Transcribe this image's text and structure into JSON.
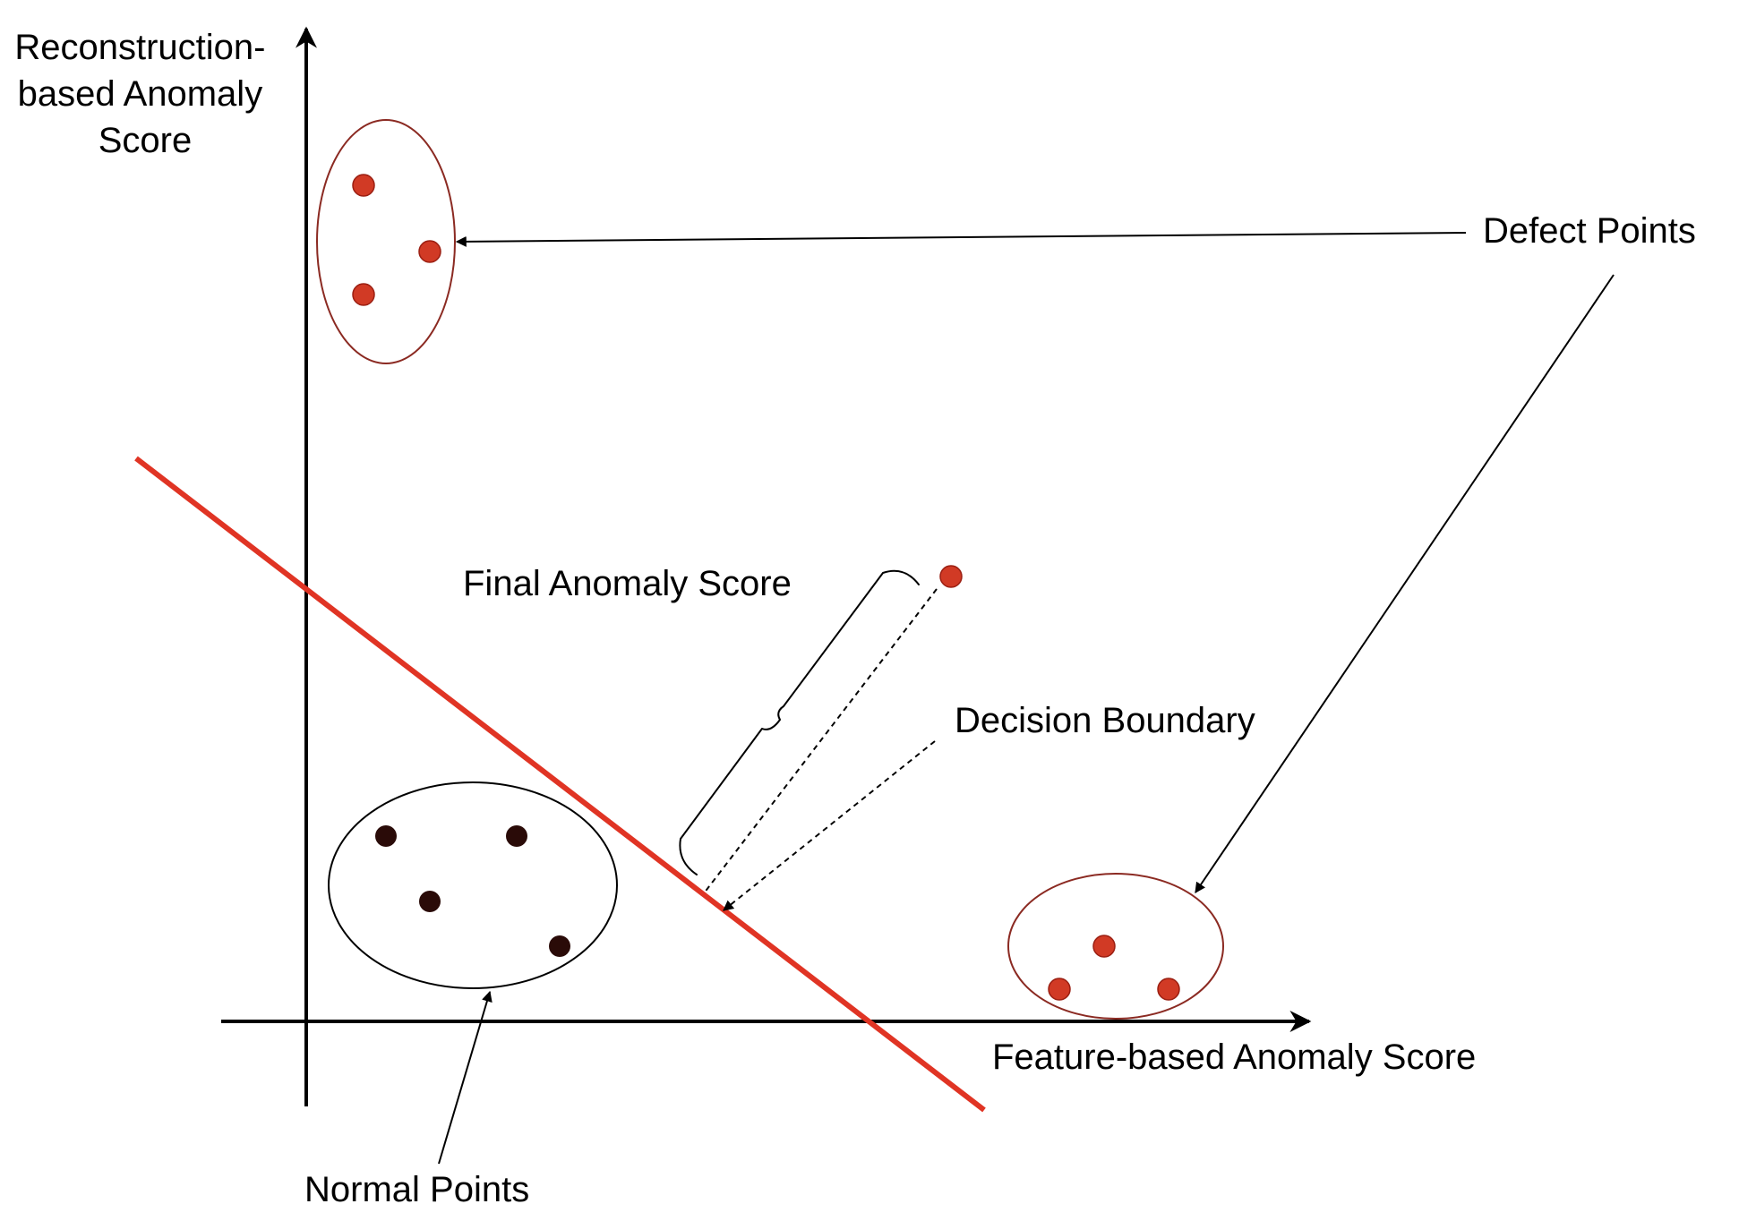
{
  "colors": {
    "background": "#ffffff",
    "axis": "#000000",
    "boundary": "#e03424",
    "defect_point": "#d13a25",
    "defect_point_stroke": "#9b1f12",
    "defect_cluster_outline": "#8b2a22",
    "normal_point": "#2a0b08",
    "normal_cluster_outline": "#000000"
  },
  "labels": {
    "y_axis": [
      "Reconstruction-",
      "based Anomaly",
      "Score"
    ],
    "x_axis": "Feature-based Anomaly Score",
    "defect_points": "Defect Points",
    "normal_points": "Normal Points",
    "decision_boundary": "Decision Boundary",
    "final_anomaly_score": "Final Anomaly Score"
  }
}
